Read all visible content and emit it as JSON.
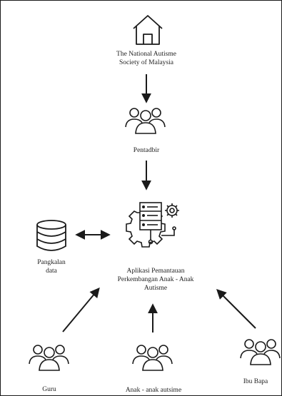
{
  "nodes": {
    "nasom": {
      "line1": "The National Autisme",
      "line2": "Society of Malaysia"
    },
    "pentadbir": {
      "label": "Pentadbir"
    },
    "pangkalan": {
      "line1": "Pangkalan",
      "line2": "data"
    },
    "aplikasi": {
      "line1": "Aplikasi Pemantauan",
      "line2": "Perkembangan Anak - Anak",
      "line3": "Autisme"
    },
    "guru": {
      "label": "Guru"
    },
    "anak": {
      "label": "Anak - anak autsime"
    },
    "ibubapa": {
      "label": "Ibu Bapa"
    }
  },
  "colors": {
    "stroke": "#1a1a1a",
    "text": "#222222"
  }
}
